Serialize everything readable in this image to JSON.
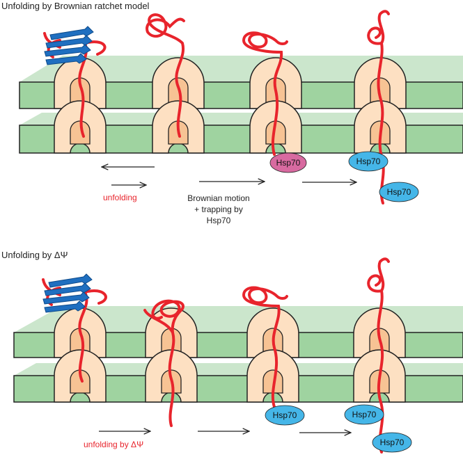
{
  "panels": [
    {
      "title": "Unfolding by Brownian ratchet model",
      "labels": {
        "unfolding": "unfolding",
        "brownian_line1": "Brownian motion",
        "brownian_line2": "+ trapping by",
        "brownian_line3": "Hsp70"
      },
      "hsp70": [
        "Hsp70",
        "Hsp70",
        "Hsp70"
      ],
      "hsp70_colors": [
        "#d86aa0",
        "#45b6e8",
        "#45b6e8"
      ]
    },
    {
      "title": "Unfolding by ΔΨ",
      "labels": {
        "unfolding": "unfolding by ΔΨ"
      },
      "hsp70": [
        "Hsp70",
        "Hsp70",
        "Hsp70"
      ],
      "hsp70_colors": [
        "#45b6e8",
        "#45b6e8",
        "#45b6e8"
      ]
    }
  ],
  "colors": {
    "membrane_top": "#cbe6cc",
    "membrane_side": "#9fd3a0",
    "pore_light": "#fde0c2",
    "pore_dark": "#f7c394",
    "chain_red": "#e8242c",
    "beta_sheet_blue": "#1f6fc0",
    "text_red": "#e8242c"
  },
  "icons": [
    "arrow-left",
    "arrow-right"
  ]
}
